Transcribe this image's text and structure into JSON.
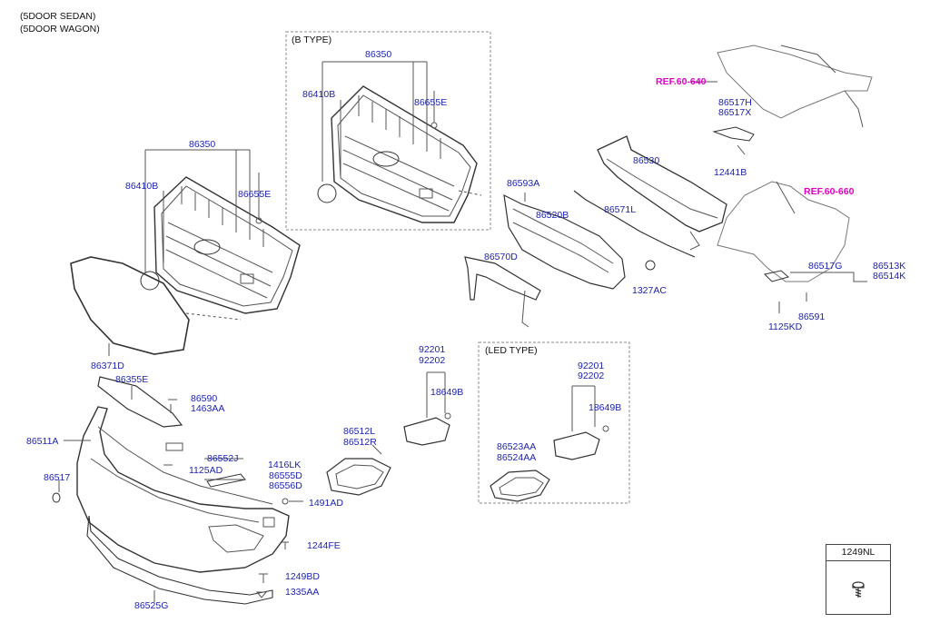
{
  "variants": [
    "(5DOOR SEDAN)",
    "(5DOOR WAGON)"
  ],
  "boxes": {
    "b_type": "(B TYPE)",
    "led_type": "(LED TYPE)"
  },
  "refs": {
    "ref_640": "REF.60-640",
    "ref_660": "REF.60-660"
  },
  "parts": {
    "p86350_a": "86350",
    "p86410b_a": "86410B",
    "p86655e_a": "86655E",
    "p86350_b": "86350",
    "p86410b_b": "86410B",
    "p86655e_b": "86655E",
    "p86371d": "86371D",
    "p86355e": "86355E",
    "p86590": "86590",
    "p1463aa": "1463AA",
    "p86511a": "86511A",
    "p86552j": "86552J",
    "p1125ad": "1125AD",
    "p1416lk": "1416LK",
    "p86555d": "86555D",
    "p86556d": "86556D",
    "p86517": "86517",
    "p1491ad": "1491AD",
    "p1244fe": "1244FE",
    "p1249bd": "1249BD",
    "p1335aa": "1335AA",
    "p86525g": "86525G",
    "p92201_a": "92201",
    "p92202_a": "92202",
    "p18649b_a": "18649B",
    "p86512l": "86512L",
    "p86512r": "86512R",
    "p92201_b": "92201",
    "p92202_b": "92202",
    "p18649b_b": "18649B",
    "p86523aa": "86523AA",
    "p86524aa": "86524AA",
    "p86593a": "86593A",
    "p86520b": "86520B",
    "p86530": "86530",
    "p86571l": "86571L",
    "p86570d": "86570D",
    "p1327ac": "1327AC",
    "p86517h": "86517H",
    "p86517x": "86517X",
    "p12441b": "12441B",
    "p86517g": "86517G",
    "p86513k": "86513K",
    "p86514k": "86514K",
    "p86591": "86591",
    "p1125kd": "1125KD"
  },
  "legend": {
    "title": "1249NL"
  },
  "colors": {
    "part_number": "#1a1fb0",
    "reference": "#e000c8",
    "line": "#555555"
  }
}
